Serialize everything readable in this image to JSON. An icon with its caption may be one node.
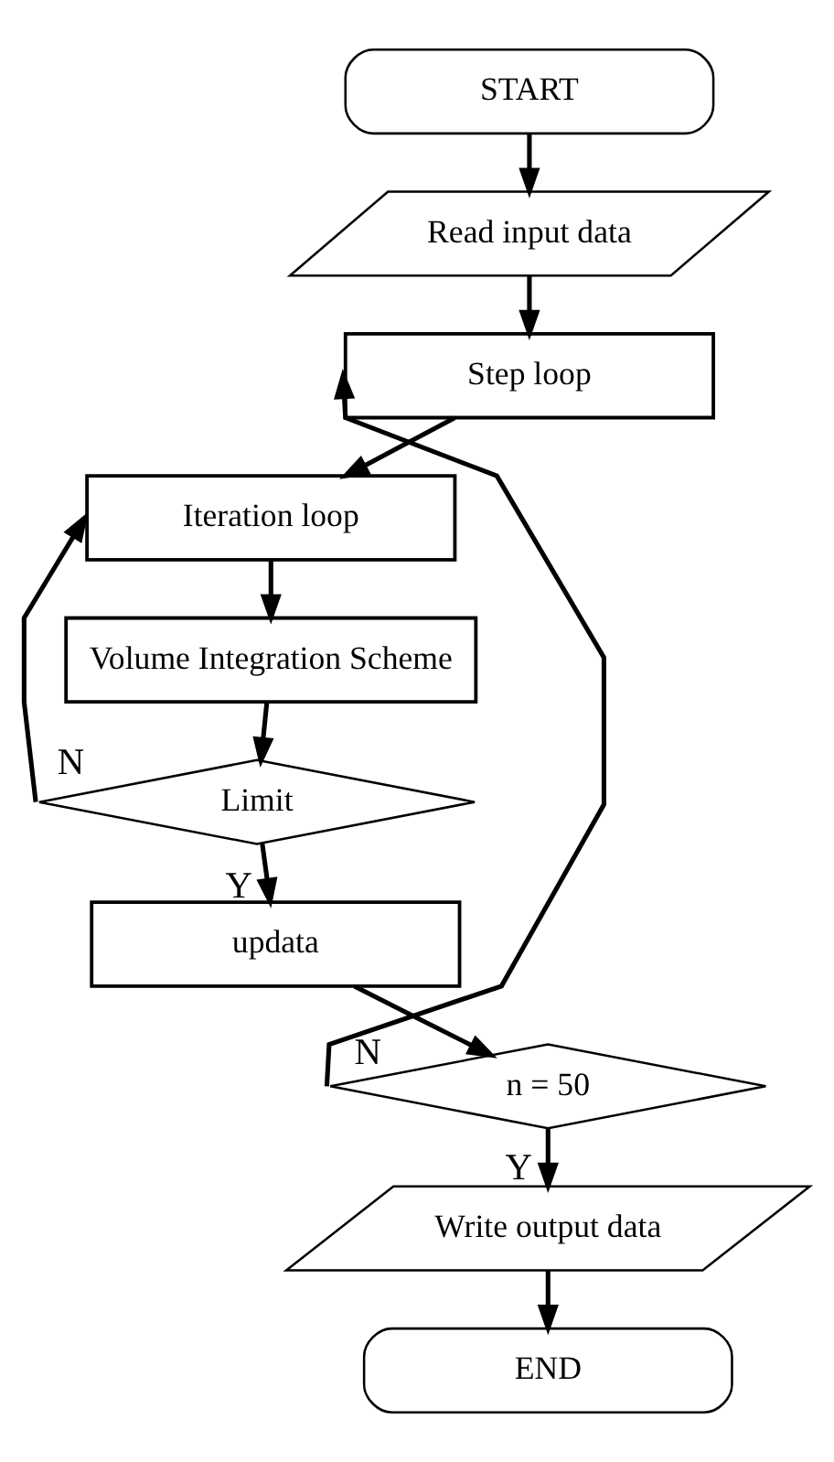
{
  "diagram": {
    "nodes": [
      {
        "text": [
          "START"
        ]
      },
      {
        "text": [
          "Read input data"
        ]
      },
      {
        "text": [
          "Step loop"
        ]
      },
      {
        "text": [
          "Iteration loop"
        ]
      },
      {
        "text": [
          "Volume Integration Scheme"
        ]
      },
      {
        "text": [
          "Limit"
        ]
      },
      {
        "text": [
          "updata"
        ]
      },
      {
        "text": [
          "n = 50"
        ]
      },
      {
        "text": [
          "Write output data"
        ]
      },
      {
        "text": [
          "END"
        ]
      }
    ],
    "edges": [
      {
        "from": 0,
        "to": 1,
        "arrow": "to"
      },
      {
        "from": 1,
        "to": 2,
        "arrow": "to"
      },
      {
        "from": 2,
        "to": 3,
        "arrow": "to"
      },
      {
        "from": 3,
        "to": 4,
        "arrow": "to"
      },
      {
        "from": 4,
        "to": 5,
        "arrow": "to"
      },
      {
        "from": 5,
        "to": 3,
        "arrow": "to",
        "label": "N"
      },
      {
        "from": 5,
        "to": 6,
        "arrow": "to",
        "label": "Y"
      },
      {
        "from": 6,
        "to": 7,
        "arrow": "to"
      },
      {
        "from": 7,
        "to": 2,
        "arrow": "to",
        "label": "N"
      },
      {
        "from": 7,
        "to": 8,
        "arrow": "to",
        "label": "Y"
      },
      {
        "from": 8,
        "to": 9,
        "arrow": "to"
      }
    ]
  }
}
